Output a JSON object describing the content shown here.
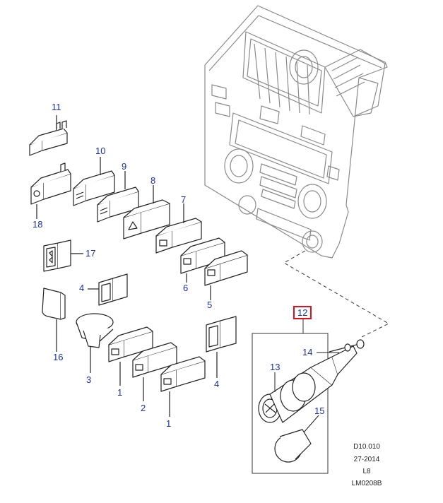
{
  "callouts": [
    {
      "id": "11",
      "label": "11"
    },
    {
      "id": "10",
      "label": "10"
    },
    {
      "id": "9",
      "label": "9"
    },
    {
      "id": "8",
      "label": "8"
    },
    {
      "id": "7",
      "label": "7"
    },
    {
      "id": "18",
      "label": "18"
    },
    {
      "id": "17",
      "label": "17"
    },
    {
      "id": "6",
      "label": "6"
    },
    {
      "id": "4a",
      "label": "4"
    },
    {
      "id": "5",
      "label": "5"
    },
    {
      "id": "16",
      "label": "16"
    },
    {
      "id": "12",
      "label": "12",
      "highlighted": true
    },
    {
      "id": "3",
      "label": "3"
    },
    {
      "id": "14",
      "label": "14"
    },
    {
      "id": "13",
      "label": "13"
    },
    {
      "id": "4b",
      "label": "4"
    },
    {
      "id": "1a",
      "label": "1"
    },
    {
      "id": "2",
      "label": "2"
    },
    {
      "id": "1b",
      "label": "1"
    },
    {
      "id": "15",
      "label": "15"
    }
  ],
  "reference_codes": [
    "D10.010",
    "27-2014",
    "L8",
    "LM0208B"
  ],
  "colors": {
    "callout": "#1a2fb0",
    "highlight_border": "#e0101a",
    "line_art": "#222222",
    "panel_art": "#8a8a8a"
  }
}
